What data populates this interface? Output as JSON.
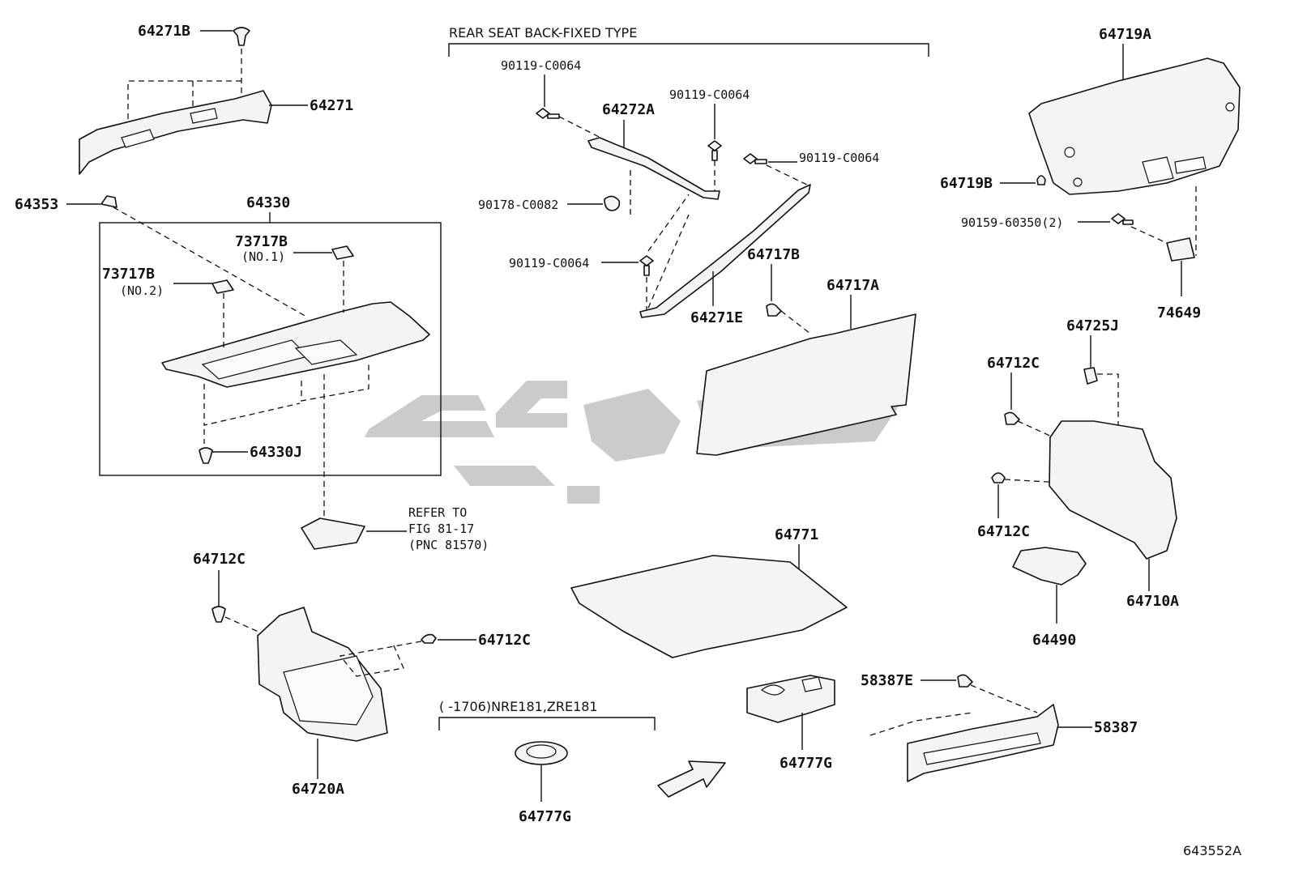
{
  "labels": {
    "l_64271B": "64271B",
    "l_64271": "64271",
    "l_64353": "64353",
    "l_64330": "64330",
    "l_73717B_1": "73717B",
    "l_no1": "(NO.1)",
    "l_73717B_2": "73717B",
    "l_no2": "(NO.2)",
    "l_64330J": "64330J",
    "l_refer_1": "REFER TO",
    "l_refer_2": "FIG 81-17",
    "l_refer_3": "(PNC 81570)",
    "l_64712C_a": "64712C",
    "l_64712C_b": "64712C",
    "l_64720A": "64720A",
    "l_header_top": "REAR SEAT BACK-FIXED TYPE",
    "l_90119_a": "90119-C0064",
    "l_90119_b": "90119-C0064",
    "l_90119_c": "90119-C0064",
    "l_90119_d": "90119-C0064",
    "l_64272A": "64272A",
    "l_90178": "90178-C0082",
    "l_64717B": "64717B",
    "l_64271E": "64271E",
    "l_64717A": "64717A",
    "l_64771": "64771",
    "l_header_bottom": "(      -1706)NRE181,ZRE181",
    "l_64777G_a": "64777G",
    "l_64777G_b": "64777G",
    "l_64719A": "64719A",
    "l_64719B": "64719B",
    "l_90159": "90159-60350(2)",
    "l_74649": "74649",
    "l_64725J": "64725J",
    "l_64712C_c": "64712C",
    "l_64712C_d": "64712C",
    "l_64710A": "64710A",
    "l_64490": "64490",
    "l_58387E": "58387E",
    "l_58387": "58387",
    "l_figure_id": "643552A"
  }
}
